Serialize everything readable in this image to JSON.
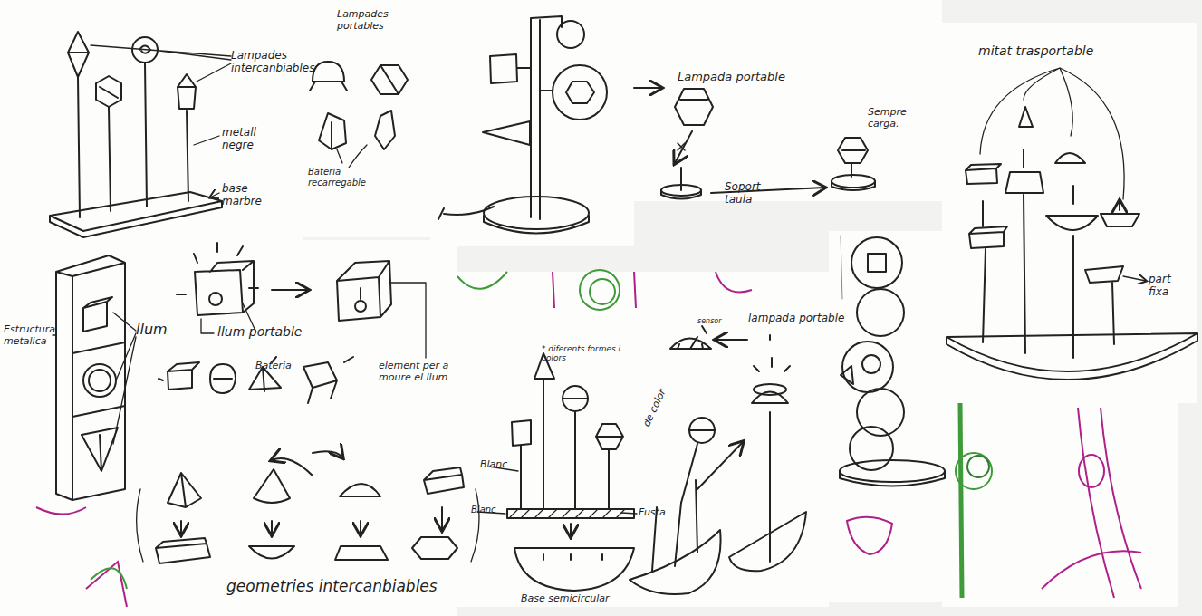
{
  "diagram": {
    "labels": [
      "Lampades intercanbiables",
      "metall negre",
      "base marbre",
      "Lampades portables",
      "Bateria recarregable",
      "Lampada portable",
      "Sempre carga.",
      "Soport taula",
      "mitat trasportable",
      "part fixa",
      "Estructura metalica",
      "llum",
      "Bateria",
      "llum portable",
      "element per a moure el llum",
      "geometries intercanbiables",
      "* diferents formes i colors",
      "Blanc",
      "Blanc",
      "Fusta",
      "Base semicircular",
      "lampada portable",
      "sensor",
      "de color"
    ]
  }
}
